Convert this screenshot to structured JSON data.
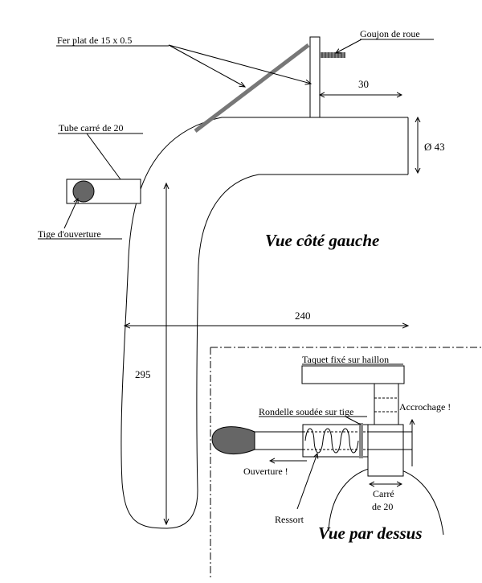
{
  "labels": {
    "fer_plat": "Fer plat de 15 x 0.5",
    "goujon": "Goujon de roue",
    "tube_carre": "Tube carré de 20",
    "tige_ouverture": "Tige d'ouverture",
    "taquet": "Taquet fixé sur haillon",
    "rondelle": "Rondelle soudée sur tige",
    "accrochage": "Accrochage !",
    "ouverture": "Ouverture !",
    "ressort": "Ressort",
    "carre_line1": "Carré",
    "carre_line2": "de 20"
  },
  "dimensions": {
    "d30": "30",
    "diam43": "Ø 43",
    "d240": "240",
    "d295": "295"
  },
  "views": {
    "side": "Vue côté gauche",
    "top": "Vue par dessus"
  },
  "colors": {
    "flat_bar": "#777777",
    "rod_knob": "#666666",
    "washer": "#888888",
    "bolt": "#555555"
  }
}
